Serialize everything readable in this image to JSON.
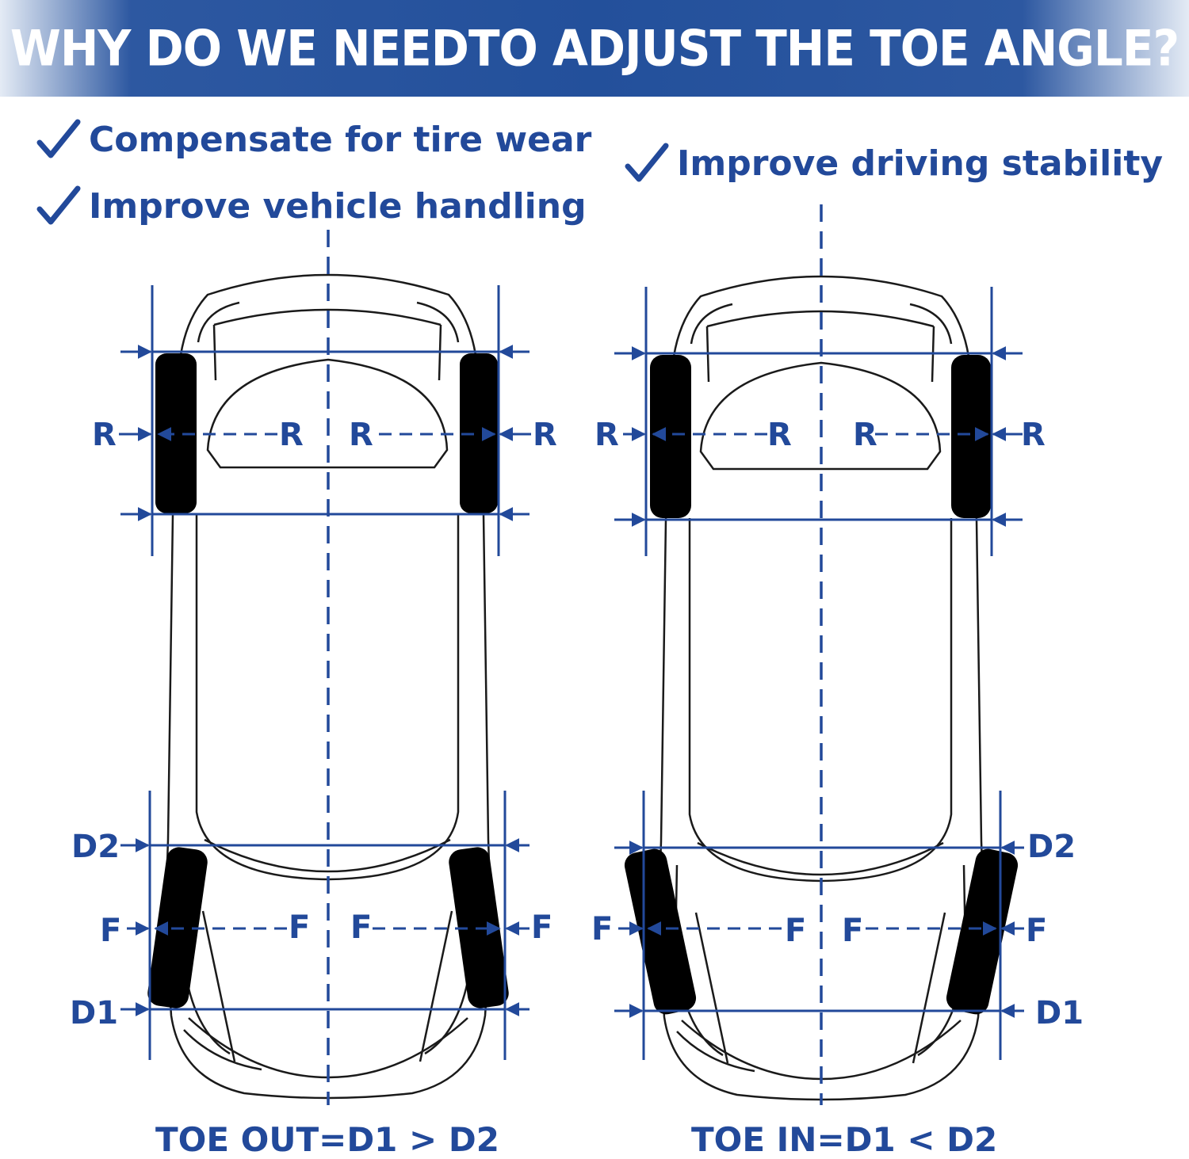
{
  "header": {
    "title": "WHY DO WE NEEDTO ADJUST THE TOE ANGLE?"
  },
  "benefits": {
    "left": [
      "Compensate for tire wear",
      "Improve vehicle handling"
    ],
    "right": [
      "Improve driving stability"
    ]
  },
  "labels": {
    "rear": "R",
    "front": "F",
    "d1": "D1",
    "d2": "D2"
  },
  "captions": {
    "toe_out": "TOE OUT=D1 > D2",
    "toe_in": "TOE IN=D1 < D2"
  },
  "colors": {
    "accent": "#22499a",
    "tire": "#000000",
    "outline": "#1a1a1a",
    "banner": "#23509b"
  },
  "icons": {
    "benefit_marker": "check-icon"
  }
}
